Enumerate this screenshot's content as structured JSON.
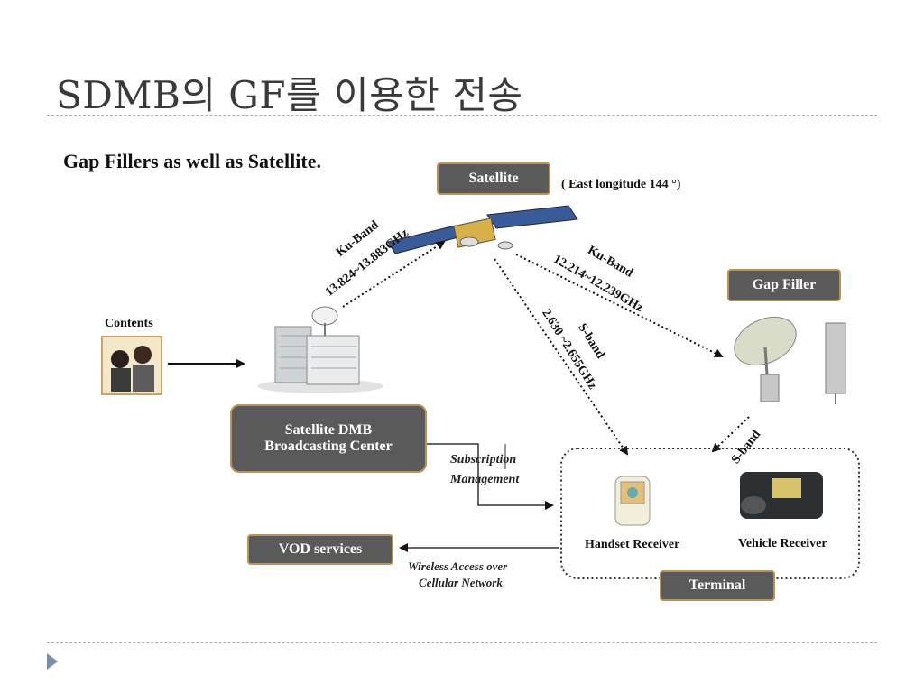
{
  "slide": {
    "title": "SDMB의 GF를 이용한 전송",
    "subtitle": "Gap Fillers as well as Satellite."
  },
  "nodes": {
    "satellite": "Satellite",
    "satellite_note": "( East longitude 144 °)",
    "gap_filler": "Gap Filler",
    "contents": "Contents",
    "broadcast_line1": "Satellite DMB",
    "broadcast_line2": "Broadcasting Center",
    "vod": "VOD services",
    "terminal": "Terminal",
    "handset": "Handset Receiver",
    "vehicle": "Vehicle Receiver"
  },
  "links": {
    "uplink_band": "Ku-Band",
    "uplink_freq": "13.824~13.883GHz",
    "downlink_band": "Ku-Band",
    "downlink_freq": "12.214~12.239GHz",
    "sband_label": "S-band",
    "sband_freq": "2.630 ~2.655GHz",
    "gf_sband": "S-band",
    "subscription_line1": "Subscription",
    "subscription_line2": "Management",
    "wireless_line1": "Wireless Access over",
    "wireless_line2": "Cellular Network"
  },
  "colors": {
    "box_fill": "#5a5a5a",
    "box_border": "#b89456",
    "title_text": "#3a3a3a",
    "bullet": "#7a8fa8"
  }
}
